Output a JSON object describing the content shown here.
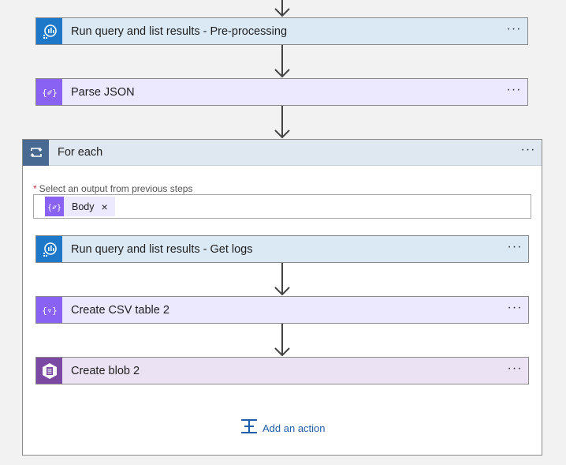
{
  "steps": {
    "preprocessing": {
      "title": "Run query and list results - Pre-processing",
      "icon": "log-analytics-icon",
      "menu": "···"
    },
    "parse_json": {
      "title": "Parse JSON",
      "icon": "data-operations-icon",
      "menu": "···"
    }
  },
  "foreach": {
    "title": "For each",
    "icon": "loop-icon",
    "menu": "···",
    "required_marker": "*",
    "field_label": "Select an output from previous steps",
    "token": {
      "label": "Body",
      "remove": "×"
    },
    "actions": [
      {
        "title": "Run query and list results - Get logs",
        "icon": "log-analytics-icon",
        "menu": "···"
      },
      {
        "title": "Create CSV table 2",
        "icon": "data-operations-icon",
        "menu": "···"
      },
      {
        "title": "Create blob 2",
        "icon": "blob-storage-icon",
        "menu": "···"
      }
    ],
    "add_action": "Add an action"
  },
  "colors": {
    "log_analytics": "#1d78c9",
    "data_operations": "#8a62f3",
    "blob_storage": "#7b48a3",
    "foreach_header": "#486991",
    "link": "#1f5fa8"
  }
}
